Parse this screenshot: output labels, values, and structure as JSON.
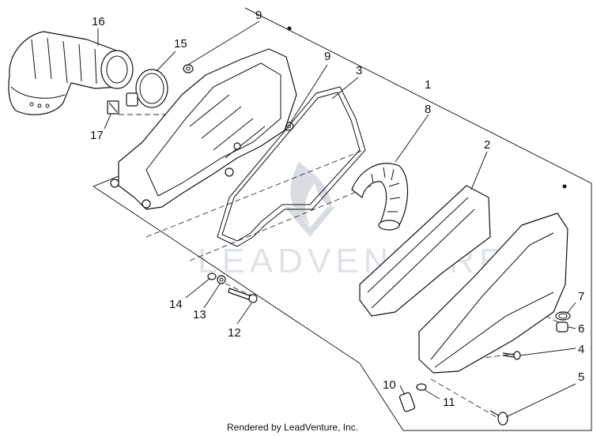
{
  "watermark": {
    "text": "LEADVENTURE"
  },
  "footer": {
    "text": "Rendered by LeadVenture, Inc."
  },
  "callouts": {
    "c1": "1",
    "c2": "2",
    "c3": "3",
    "c4": "4",
    "c5": "5",
    "c6": "6",
    "c7": "7",
    "c8": "8",
    "c9a": "9",
    "c9b": "9",
    "c10": "10",
    "c11": "11",
    "c12": "12",
    "c13": "13",
    "c14": "14",
    "c15": "15",
    "c16": "16",
    "c17": "17"
  }
}
